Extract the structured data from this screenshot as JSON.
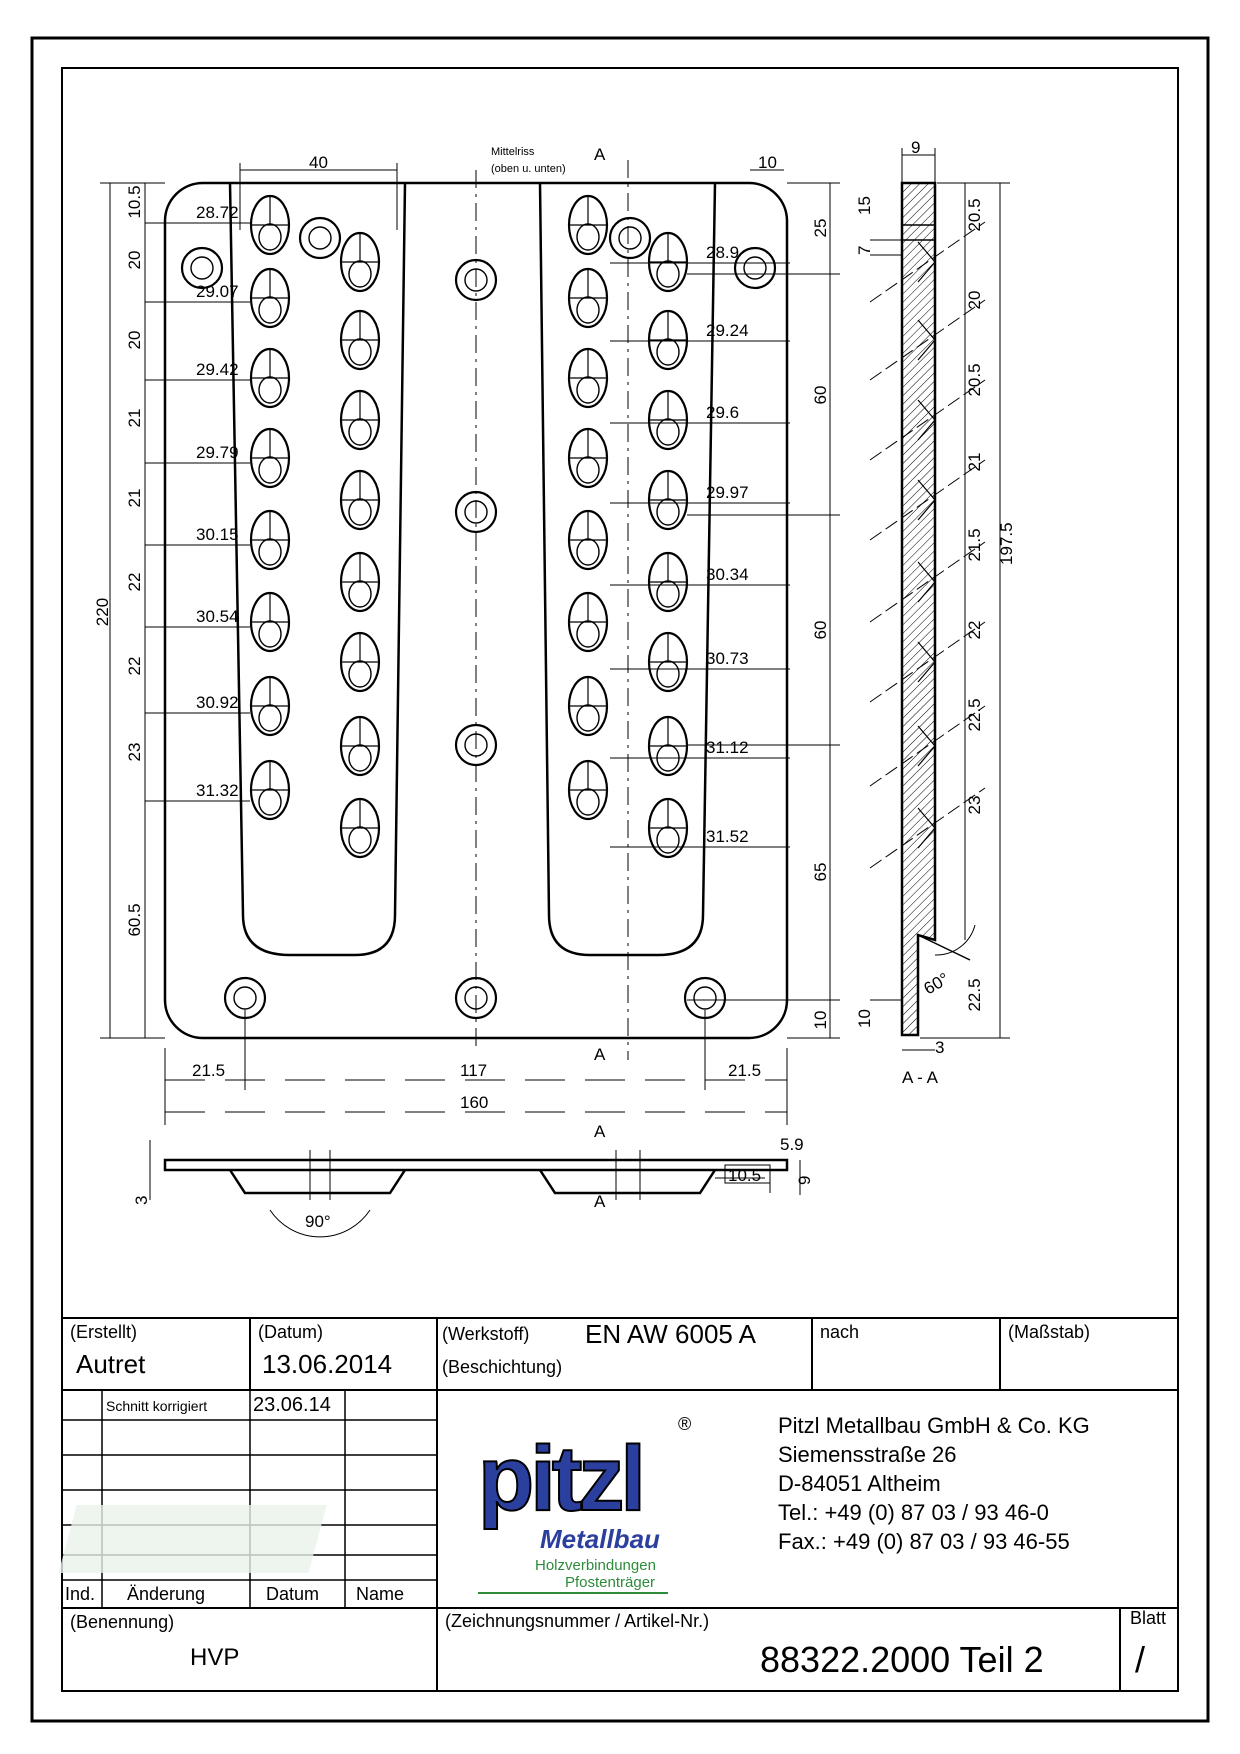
{
  "drawing": {
    "top_labels": {
      "d40": "40",
      "mittelriss": "Mittelriss",
      "mittelriss_sub": "(oben u. unten)",
      "sec_a": "A",
      "d10": "10"
    },
    "left_vertical": [
      "10.5",
      "20",
      "20",
      "21",
      "21",
      "22",
      "22",
      "23",
      "60.5"
    ],
    "overall_height": "220",
    "left_hole_dims": [
      "28.72",
      "29.07",
      "29.42",
      "29.79",
      "30.15",
      "30.54",
      "30.92",
      "31.32"
    ],
    "right_hole_dims": [
      "28.9",
      "29.24",
      "29.6",
      "29.97",
      "30.34",
      "30.73",
      "31.12",
      "31.52"
    ],
    "right_vertical": [
      "25",
      "60",
      "60",
      "65",
      "10"
    ],
    "bottom_dims": {
      "d21_5a": "21.5",
      "d117": "117",
      "d21_5b": "21.5",
      "d160": "160"
    },
    "side_view": {
      "top": "9",
      "d15": "15",
      "d7": "7",
      "d10": "10",
      "d3": "3",
      "angle": "60°",
      "label": "A - A",
      "right_dims": [
        "20.5",
        "20",
        "20.5",
        "21",
        "21.5",
        "22",
        "22.5",
        "23",
        "22.5"
      ],
      "total": "197.5"
    },
    "front_view": {
      "d3": "3",
      "angle": "90°",
      "d5_9": "5.9",
      "d10_5": "10.5",
      "d9": "9",
      "sec_a": "A"
    }
  },
  "title_block": {
    "erstellt_label": "(Erstellt)",
    "erstellt_value": "Autret",
    "datum_label": "(Datum)",
    "datum_value": "13.06.2014",
    "werkstoff_label": "(Werkstoff)",
    "werkstoff_value": "EN AW 6005 A",
    "beschichtung_label": "(Beschichtung)",
    "nach_label": "nach",
    "massstab_label": "(Maßstab)",
    "revision": {
      "text": "Schnitt korrigiert",
      "date": "23.06.14"
    },
    "rev_headers": {
      "ind": "Ind.",
      "aenderung": "Änderung",
      "datum": "Datum",
      "name": "Name"
    },
    "logo": {
      "word": "pitzl",
      "reg": "®",
      "sub": "Metallbau",
      "line1": "Holzverbindungen",
      "line2": "Pfostenträger"
    },
    "company": [
      "Pitzl Metallbau GmbH & Co. KG",
      "Siemensstraße 26",
      "D-84051 Altheim",
      "Tel.:  +49 (0) 87 03 / 93 46-0",
      "Fax.: +49 (0) 87 03 / 93 46-55"
    ],
    "benennung_label": "(Benennung)",
    "benennung_value": "HVP",
    "zeichnung_label": "(Zeichnungsnummer / Artikel-Nr.)",
    "zeichnung_value": "88322.2000 Teil 2",
    "blatt_label": "Blatt",
    "blatt_value": "/"
  },
  "colors": {
    "logo_blue": "#2b3f9e",
    "logo_green": "#2e8b3a"
  }
}
